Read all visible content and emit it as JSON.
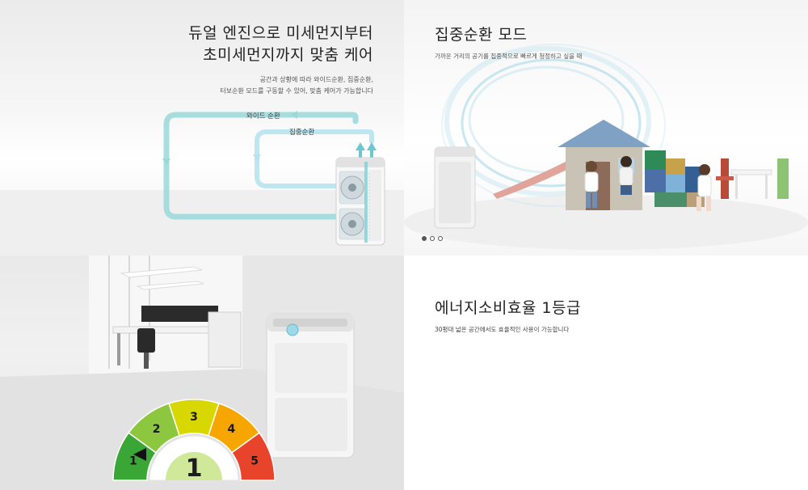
{
  "dual_engine": {
    "heading_line1": "듀얼 엔진으로 미세먼지부터",
    "heading_line2": "초미세먼지까지 맞춤 케어",
    "desc_line1": "공간과 상황에 따라 와이드순환, 집중순환,",
    "desc_line2": "터보순환 모드를 구동할 수 있어, 맞춤 케어가 가능합니다",
    "wide_label": "와이드 순환",
    "focus_label": "집중순환",
    "colors": {
      "flow": "#8fd4d6"
    }
  },
  "focus_mode": {
    "heading": "집중순환 모드",
    "desc": "가까운 거리의 공기를 집중적으로 빠르게 청정하고 싶을 때",
    "carousel": {
      "dots": [
        "slide-1",
        "slide-2",
        "slide-3"
      ],
      "active": 0
    }
  },
  "energy": {
    "heading": "에너지소비효율 1등급",
    "desc": "30평대 넓은 공간에서도 효율적인 사용이 가능합니다",
    "gauge": {
      "grades": [
        "1",
        "2",
        "3",
        "4",
        "5"
      ],
      "current_grade": "1",
      "colors": [
        "#3aa635",
        "#8dc63f",
        "#d8d800",
        "#f7a600",
        "#e8442c"
      ]
    }
  }
}
